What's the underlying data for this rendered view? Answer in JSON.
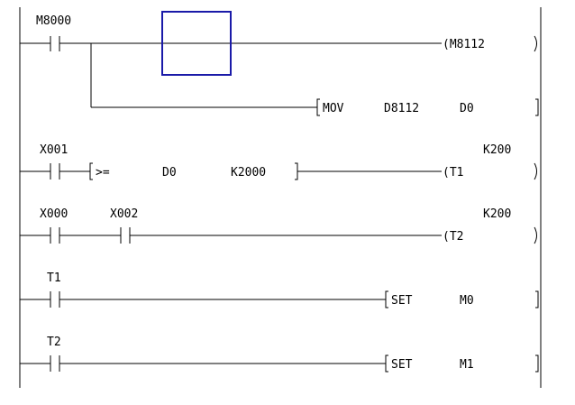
{
  "ladder": {
    "rungs": [
      {
        "contacts": [
          {
            "label": "M8000",
            "type": "NO"
          }
        ],
        "coil": {
          "label": "(M8112",
          "preset": ""
        },
        "branch_instruction": {
          "op": "MOV",
          "args": [
            "D8112",
            "D0"
          ]
        }
      },
      {
        "compare": {
          "op": ">=",
          "args": [
            "D0",
            "K2000"
          ]
        },
        "contacts": [
          {
            "label": "X001",
            "type": "NO"
          }
        ],
        "coil": {
          "label": "(T1",
          "preset": "K200"
        }
      },
      {
        "contacts": [
          {
            "label": "X000",
            "type": "NO"
          },
          {
            "label": "X002",
            "type": "NO"
          }
        ],
        "coil": {
          "label": "(T2",
          "preset": "K200"
        }
      },
      {
        "contacts": [
          {
            "label": "T1",
            "type": "NO"
          }
        ],
        "instruction": {
          "op": "SET",
          "args": [
            "M0"
          ]
        }
      },
      {
        "contacts": [
          {
            "label": "T2",
            "type": "NO"
          }
        ],
        "instruction": {
          "op": "SET",
          "args": [
            "M1"
          ]
        }
      }
    ],
    "cursor_color": "#1a1aa8"
  }
}
